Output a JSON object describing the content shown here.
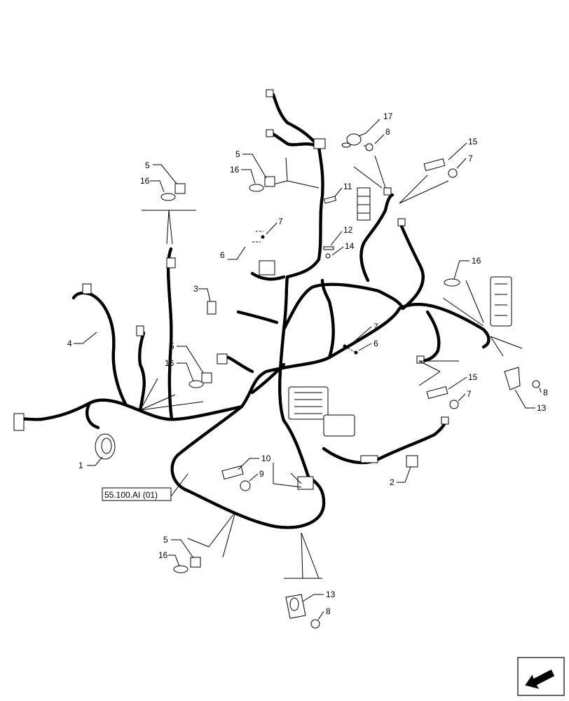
{
  "diagram": {
    "reference_label": "55.100.AI (01)",
    "callouts": {
      "c17": "17",
      "c8a": "8",
      "c15a": "15",
      "c7a": "7",
      "c5a": "5",
      "c16a": "16",
      "c5b": "5",
      "c16b": "16",
      "c11": "11",
      "c7b": "7",
      "c6a": "6",
      "c12": "12",
      "c14": "14",
      "c3": "3",
      "c16c": "16",
      "c4": "4",
      "c7c": "7",
      "c6b": "6",
      "c5c": "5",
      "c16d": "16",
      "c15b": "15",
      "c7d": "7",
      "c8b": "8",
      "c13a": "13",
      "c1": "1",
      "c10": "10",
      "c9": "9",
      "c2": "2",
      "c5d": "5",
      "c16e": "16",
      "c13b": "13",
      "c8c": "8"
    }
  }
}
